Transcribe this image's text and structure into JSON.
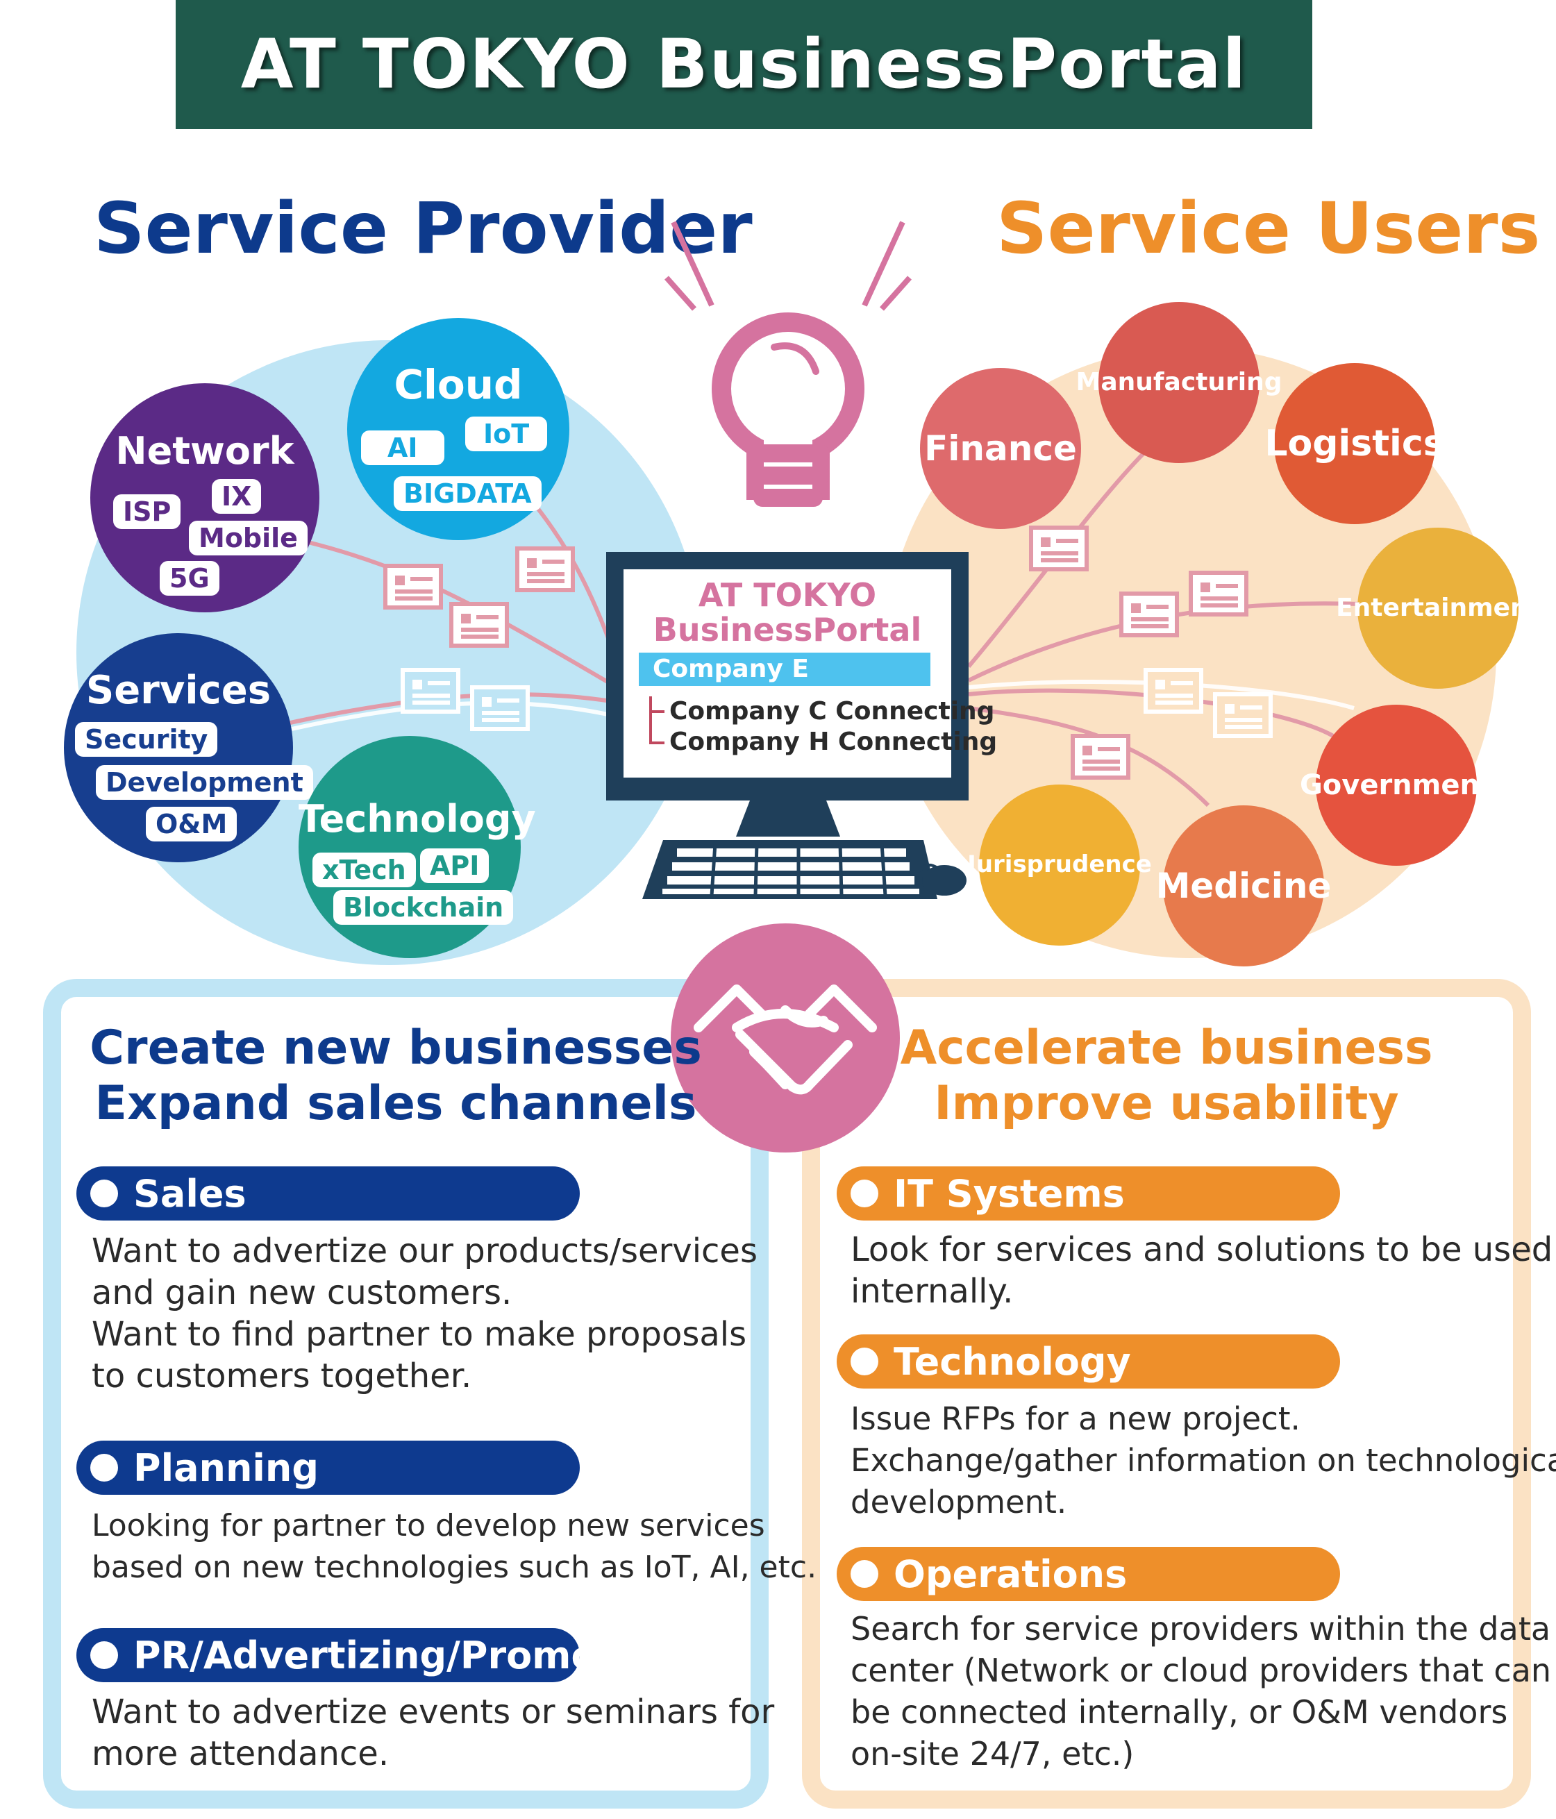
{
  "title": "AT TOKYO BusinessPortal",
  "headings": {
    "left": "Service Provider",
    "right": "Service Users"
  },
  "provider_groups": [
    {
      "name": "Network",
      "tags": [
        "ISP",
        "IX",
        "Mobile",
        "5G"
      ]
    },
    {
      "name": "Cloud",
      "tags": [
        "AI",
        "IoT",
        "BIGDATA"
      ]
    },
    {
      "name": "Services",
      "tags": [
        "Security",
        "Development",
        "O&M"
      ]
    },
    {
      "name": "Technology",
      "tags": [
        "xTech",
        "API",
        "Blockchain"
      ]
    }
  ],
  "user_groups": [
    "Finance",
    "Manufacturing",
    "Logistics",
    "Entertainment",
    "Government",
    "Medicine",
    "Jurisprudence"
  ],
  "monitor": {
    "line1": "AT TOKYO",
    "line2": "BusinessPortal",
    "company_bar": "Company E",
    "connections": [
      "Company C  Connecting",
      "Company H  Connecting"
    ]
  },
  "left_panel": {
    "title_lines": [
      "Create new businesses",
      "Expand sales channels"
    ],
    "sections": [
      {
        "label": "Sales",
        "lines": [
          "Want to advertize our products/services",
          "and gain new customers.",
          "Want to find partner to make proposals",
          "to customers together."
        ]
      },
      {
        "label": "Planning",
        "lines": [
          "Looking for partner to develop new services",
          "based on new technologies such as IoT, AI, etc."
        ]
      },
      {
        "label": "PR/Advertizing/Promotion",
        "lines": [
          "Want to advertize events or seminars for",
          "more attendance."
        ]
      }
    ]
  },
  "right_panel": {
    "title_lines": [
      "Accelerate business",
      "Improve usability"
    ],
    "sections": [
      {
        "label": "IT Systems",
        "lines": [
          "Look for services and solutions to be used",
          "internally."
        ]
      },
      {
        "label": "Technology",
        "lines": [
          "Issue RFPs for a new project.",
          "Exchange/gather information on technological",
          "development."
        ]
      },
      {
        "label": "Operations",
        "lines": [
          "Search for service providers within the data",
          "center (Network or cloud providers that can",
          "be connected internally, or O&M vendors",
          "on-site 24/7, etc.)"
        ]
      }
    ]
  },
  "colors": {
    "banner": "#1f5a4c",
    "provider_blue": "#0d3a8c",
    "users_orange": "#ee8f2a",
    "network": "#5b2a86",
    "cloud": "#13a8e0",
    "services": "#173e8f",
    "technology": "#1e9a8a",
    "pink": "#d5739f"
  },
  "icons": [
    "lightbulb-icon",
    "computer-icon",
    "keyboard-icon",
    "mouse-icon",
    "handshake-icon",
    "profile-card-icon"
  ]
}
